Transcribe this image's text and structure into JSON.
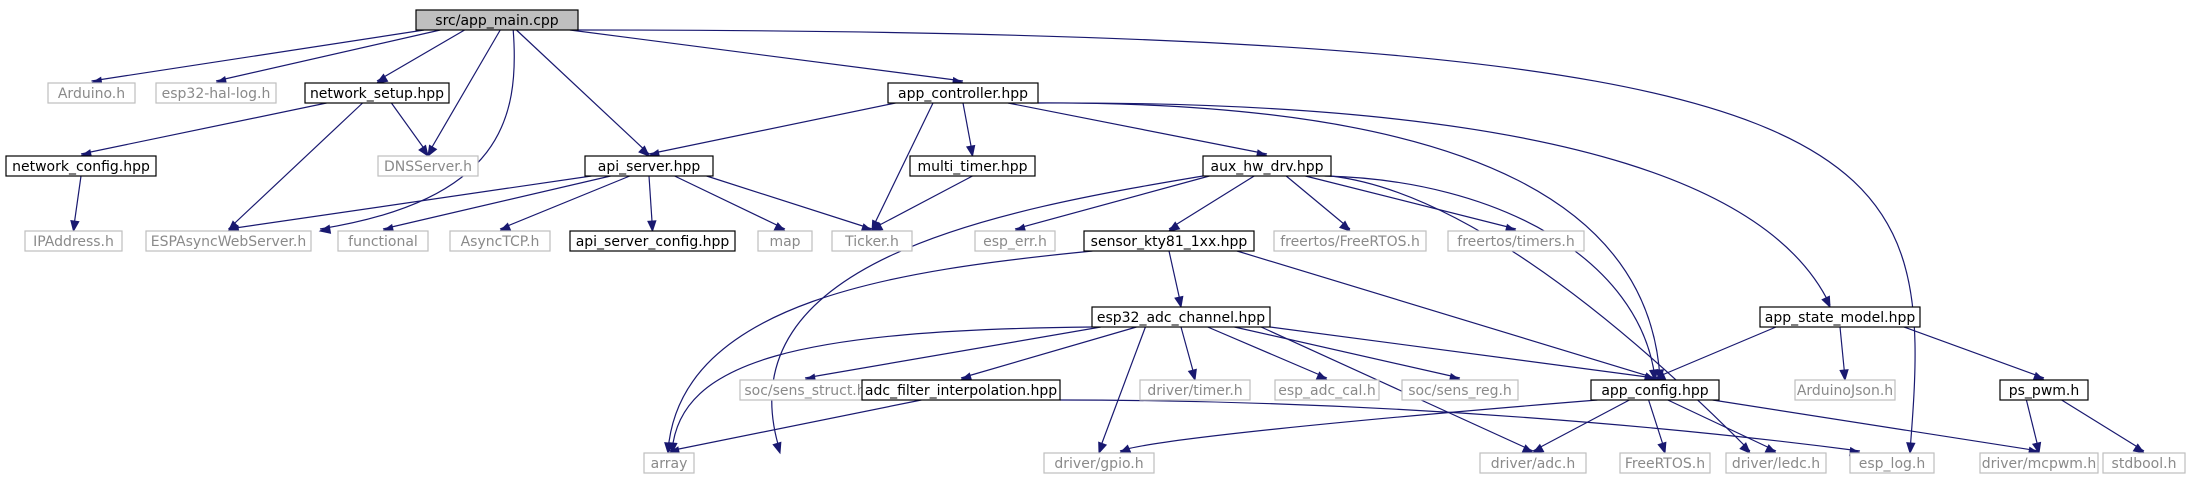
{
  "colors": {
    "edge": "#191970",
    "root_fill": "#bfbfbf",
    "local_border": "#000000",
    "external_border": "#bfbfbf",
    "external_text": "#8a8a8a"
  },
  "graph": {
    "nodes": [
      {
        "id": "app_main",
        "label": "src/app_main.cpp",
        "kind": "root"
      },
      {
        "id": "arduino",
        "label": "Arduino.h",
        "kind": "ext"
      },
      {
        "id": "esp32log",
        "label": "esp32-hal-log.h",
        "kind": "ext"
      },
      {
        "id": "netsetup",
        "label": "network_setup.hpp",
        "kind": "local"
      },
      {
        "id": "appctrl",
        "label": "app_controller.hpp",
        "kind": "local"
      },
      {
        "id": "netconfig",
        "label": "network_config.hpp",
        "kind": "local"
      },
      {
        "id": "dns",
        "label": "DNSServer.h",
        "kind": "ext"
      },
      {
        "id": "apiserver",
        "label": "api_server.hpp",
        "kind": "local"
      },
      {
        "id": "multitimer",
        "label": "multi_timer.hpp",
        "kind": "local"
      },
      {
        "id": "auxhw",
        "label": "aux_hw_drv.hpp",
        "kind": "local"
      },
      {
        "id": "ipaddr",
        "label": "IPAddress.h",
        "kind": "ext"
      },
      {
        "id": "espasync",
        "label": "ESPAsyncWebServer.h",
        "kind": "ext"
      },
      {
        "id": "functional",
        "label": "functional",
        "kind": "ext"
      },
      {
        "id": "asynctcp",
        "label": "AsyncTCP.h",
        "kind": "ext"
      },
      {
        "id": "apicfg",
        "label": "api_server_config.hpp",
        "kind": "local"
      },
      {
        "id": "map",
        "label": "map",
        "kind": "ext"
      },
      {
        "id": "ticker",
        "label": "Ticker.h",
        "kind": "ext"
      },
      {
        "id": "esperr",
        "label": "esp_err.h",
        "kind": "ext"
      },
      {
        "id": "kty",
        "label": "sensor_kty81_1xx.hpp",
        "kind": "local"
      },
      {
        "id": "frtos",
        "label": "freertos/FreeRTOS.h",
        "kind": "ext"
      },
      {
        "id": "ftimers",
        "label": "freertos/timers.h",
        "kind": "ext"
      },
      {
        "id": "adcchan",
        "label": "esp32_adc_channel.hpp",
        "kind": "local"
      },
      {
        "id": "statemodel",
        "label": "app_state_model.hpp",
        "kind": "local"
      },
      {
        "id": "sensstruct",
        "label": "soc/sens_struct.h",
        "kind": "ext"
      },
      {
        "id": "adcfilter",
        "label": "adc_filter_interpolation.hpp",
        "kind": "local"
      },
      {
        "id": "dtimer",
        "label": "driver/timer.h",
        "kind": "ext"
      },
      {
        "id": "adccal",
        "label": "esp_adc_cal.h",
        "kind": "ext"
      },
      {
        "id": "sensreg",
        "label": "soc/sens_reg.h",
        "kind": "ext"
      },
      {
        "id": "appcfg",
        "label": "app_config.hpp",
        "kind": "local"
      },
      {
        "id": "arduinojson",
        "label": "ArduinoJson.h",
        "kind": "ext"
      },
      {
        "id": "pspwm",
        "label": "ps_pwm.h",
        "kind": "local"
      },
      {
        "id": "array",
        "label": "array",
        "kind": "ext"
      },
      {
        "id": "gpio",
        "label": "driver/gpio.h",
        "kind": "ext"
      },
      {
        "id": "dadc",
        "label": "driver/adc.h",
        "kind": "ext"
      },
      {
        "id": "freertosh",
        "label": "FreeRTOS.h",
        "kind": "ext"
      },
      {
        "id": "ledc",
        "label": "driver/ledc.h",
        "kind": "ext"
      },
      {
        "id": "esplog",
        "label": "esp_log.h",
        "kind": "ext"
      },
      {
        "id": "mcpwm",
        "label": "driver/mcpwm.h",
        "kind": "ext"
      },
      {
        "id": "stdbool",
        "label": "stdbool.h",
        "kind": "ext"
      }
    ],
    "edges": [
      [
        "app_main",
        "arduino"
      ],
      [
        "app_main",
        "esp32log"
      ],
      [
        "app_main",
        "netsetup"
      ],
      [
        "app_main",
        "appctrl"
      ],
      [
        "app_main",
        "dns"
      ],
      [
        "app_main",
        "apiserver"
      ],
      [
        "app_main",
        "espasync"
      ],
      [
        "app_main",
        "esplog"
      ],
      [
        "netsetup",
        "netconfig"
      ],
      [
        "netsetup",
        "dns"
      ],
      [
        "netsetup",
        "espasync"
      ],
      [
        "netconfig",
        "ipaddr"
      ],
      [
        "appctrl",
        "apiserver"
      ],
      [
        "appctrl",
        "multitimer"
      ],
      [
        "appctrl",
        "auxhw"
      ],
      [
        "appctrl",
        "ticker"
      ],
      [
        "appctrl",
        "appcfg"
      ],
      [
        "appctrl",
        "statemodel"
      ],
      [
        "apiserver",
        "espasync"
      ],
      [
        "apiserver",
        "functional"
      ],
      [
        "apiserver",
        "asynctcp"
      ],
      [
        "apiserver",
        "apicfg"
      ],
      [
        "apiserver",
        "map"
      ],
      [
        "apiserver",
        "ticker"
      ],
      [
        "multitimer",
        "ticker"
      ],
      [
        "auxhw",
        "esperr"
      ],
      [
        "auxhw",
        "kty"
      ],
      [
        "auxhw",
        "frtos"
      ],
      [
        "auxhw",
        "ftimers"
      ],
      [
        "auxhw",
        "appcfg"
      ],
      [
        "auxhw",
        "gpio"
      ],
      [
        "auxhw",
        "ledc"
      ],
      [
        "kty",
        "adcchan"
      ],
      [
        "kty",
        "appcfg"
      ],
      [
        "kty",
        "array"
      ],
      [
        "adcchan",
        "sensstruct"
      ],
      [
        "adcchan",
        "adcfilter"
      ],
      [
        "adcchan",
        "dtimer"
      ],
      [
        "adcchan",
        "adccal"
      ],
      [
        "adcchan",
        "sensreg"
      ],
      [
        "adcchan",
        "appcfg"
      ],
      [
        "adcchan",
        "array"
      ],
      [
        "adcchan",
        "gpio"
      ],
      [
        "adcchan",
        "dadc"
      ],
      [
        "adcfilter",
        "array"
      ],
      [
        "adcfilter",
        "esplog"
      ],
      [
        "appcfg",
        "gpio"
      ],
      [
        "appcfg",
        "dadc"
      ],
      [
        "appcfg",
        "freertosh"
      ],
      [
        "appcfg",
        "ledc"
      ],
      [
        "appcfg",
        "mcpwm"
      ],
      [
        "statemodel",
        "appcfg"
      ],
      [
        "statemodel",
        "arduinojson"
      ],
      [
        "statemodel",
        "pspwm"
      ],
      [
        "pspwm",
        "mcpwm"
      ],
      [
        "pspwm",
        "stdbool"
      ]
    ]
  }
}
